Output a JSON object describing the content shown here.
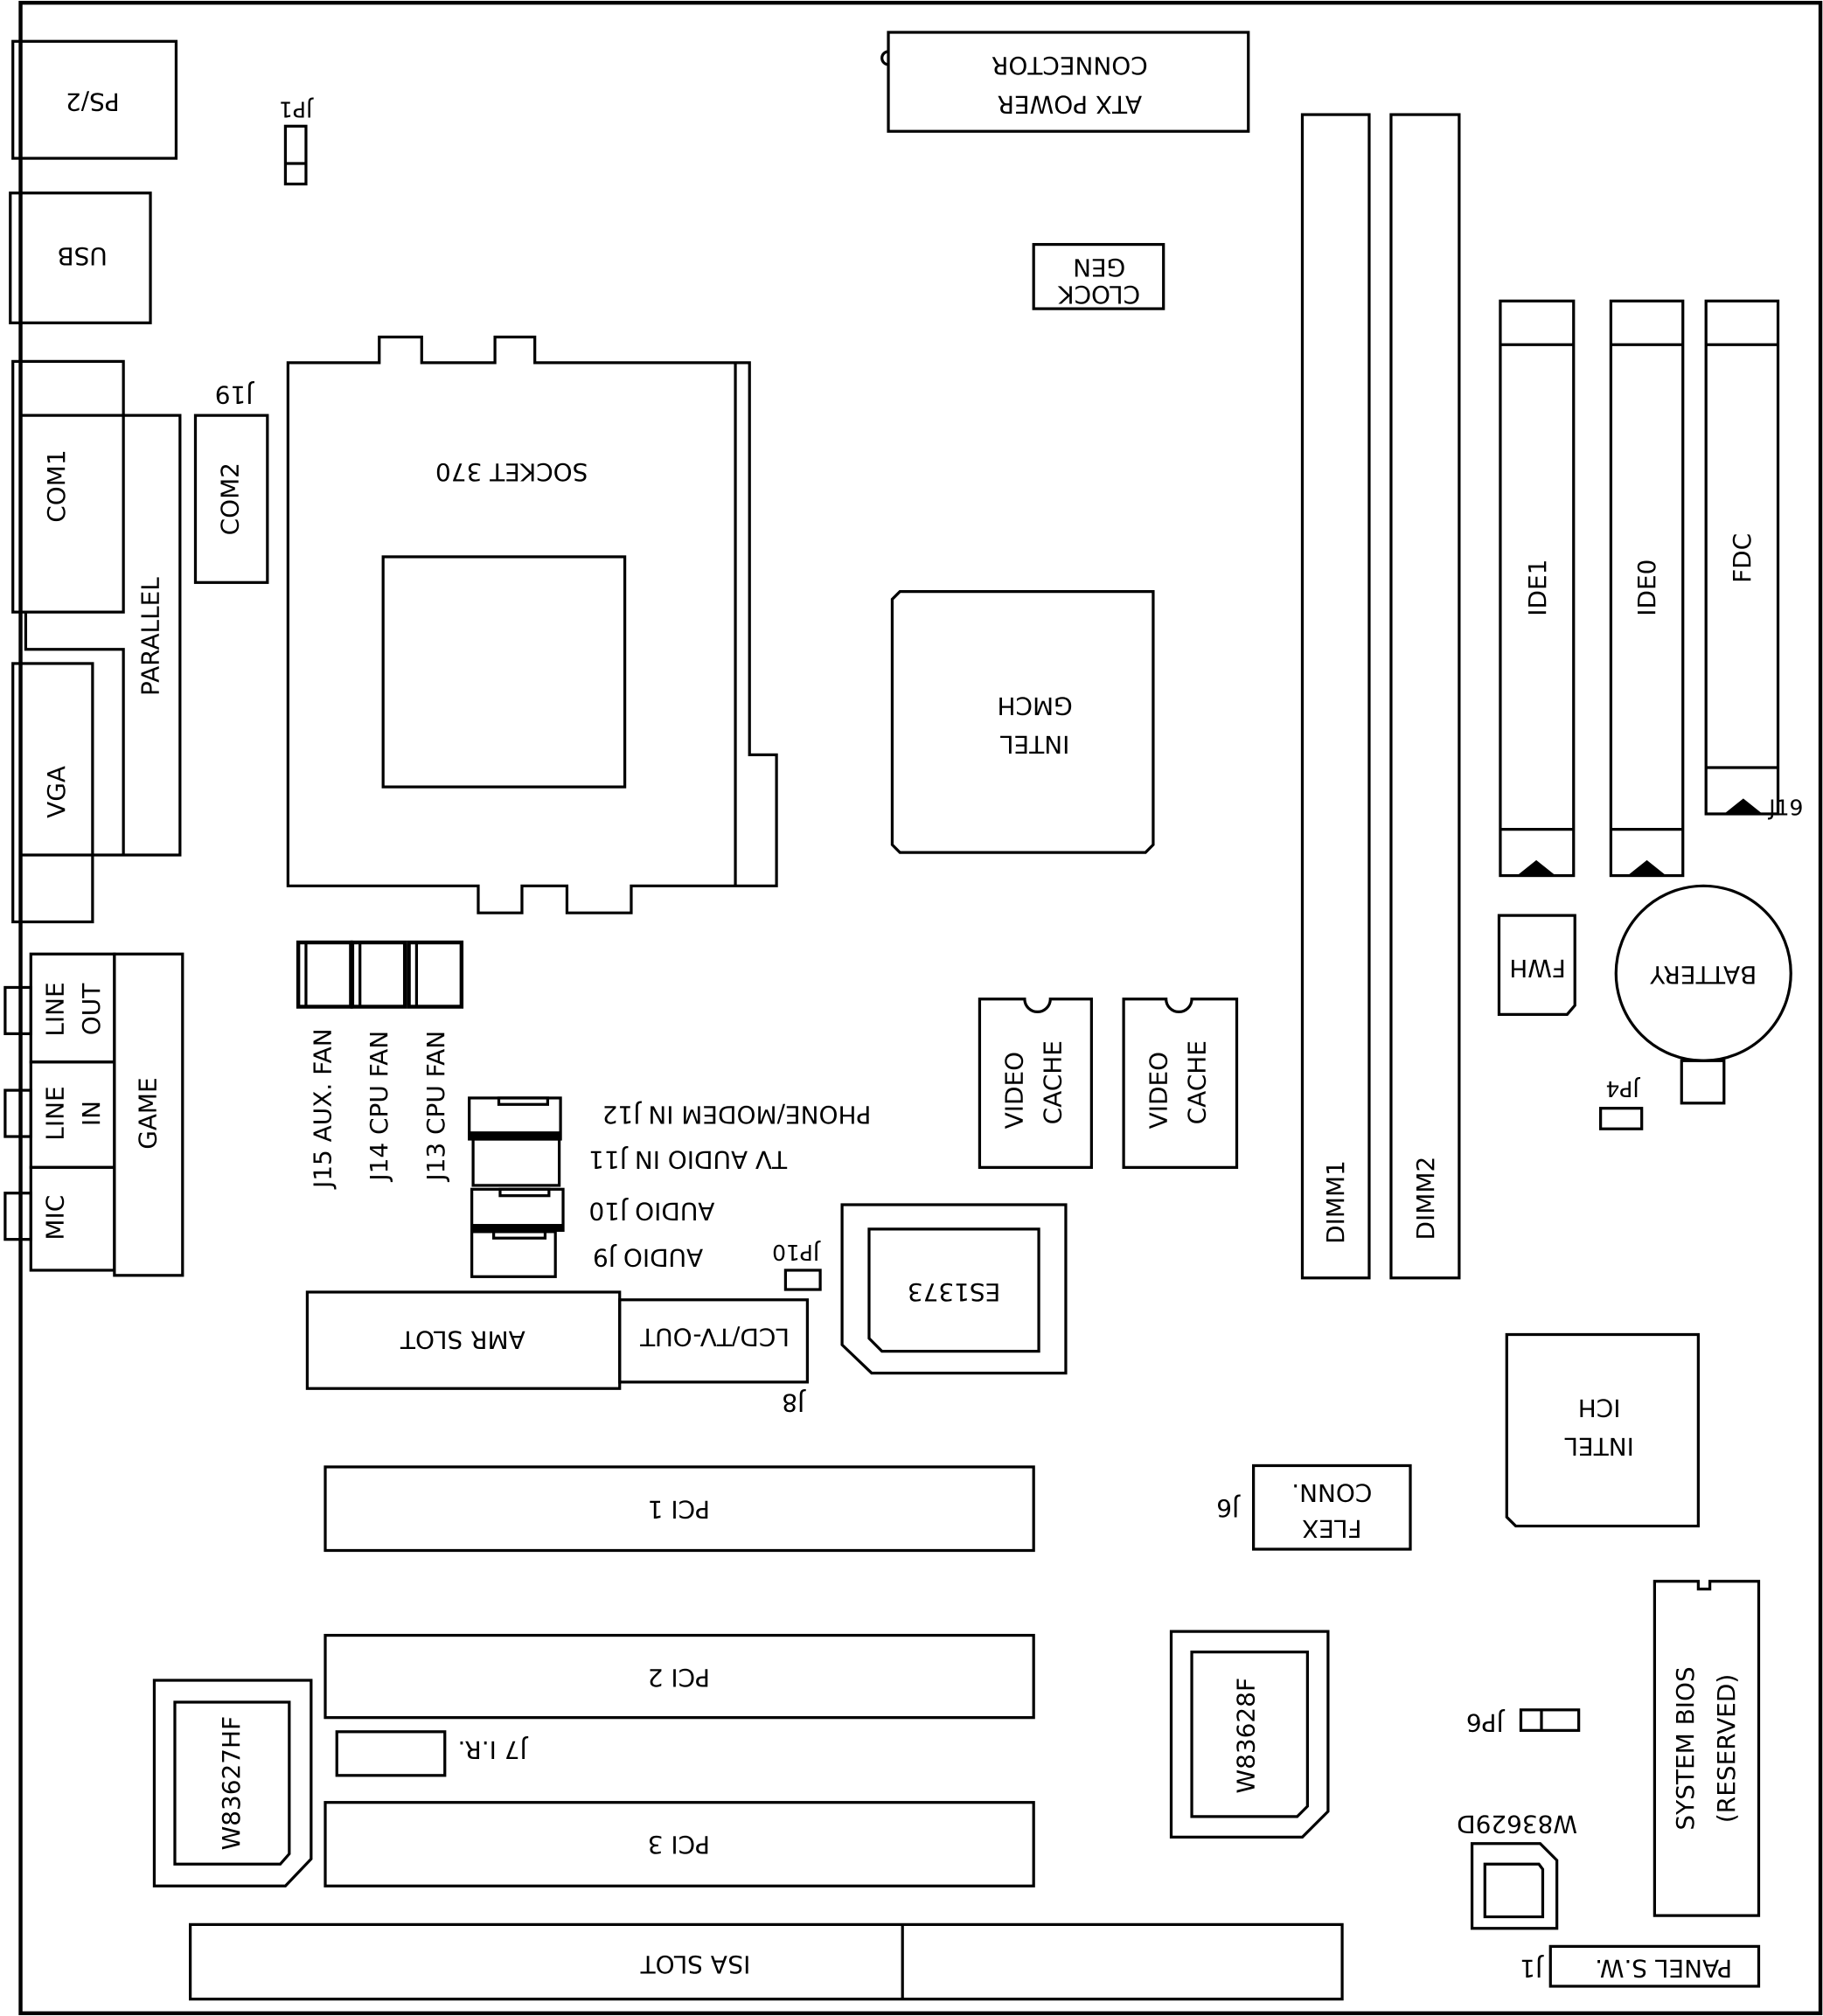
{
  "diagram": {
    "type": "motherboard-layout",
    "background_color": "#ffffff",
    "line_color": "#000000"
  },
  "components": {
    "ps2": "PS/2",
    "usb": "USB",
    "jp1": "JP1",
    "com1": "COM1",
    "parallel": "PARALLEL",
    "vga": "VGA",
    "com2": "COM2",
    "j19_com2": "J19",
    "socket": "SOCKET 370",
    "atx_power_line1": "CONNECTOR",
    "atx_power_line2": "ATX POWER",
    "clock_gen_line1": "CLOCK",
    "clock_gen_line2": "GEN",
    "gmch_line1": "GMCH",
    "gmch_line2": "INTEL",
    "dimm1": "DIMM1",
    "dimm2": "DIMM2",
    "ide1": "IDE1",
    "ide0": "IDE0",
    "fdc": "FDC",
    "j19_fdc": "J19",
    "fwh": "FWH",
    "battery": "BATTERY",
    "jp4": "JP4",
    "line_out_1": "LINE",
    "line_out_2": "OUT",
    "line_in_1": "LINE",
    "line_in_2": "IN",
    "mic": "MIC",
    "game": "GAME",
    "j15": "J15 AUX. FAN",
    "j14": "J14 CPU FAN",
    "j13": "J13 CPU FAN",
    "j12": "PHONE/MODEM IN J12",
    "j11": "TV AUDIO IN J11",
    "j10": "AUDIO J10",
    "j9": "AUDIO J9",
    "jp10": "JP10",
    "video_cache_1_line1": "VIDEO",
    "video_cache_1_line2": "CACHE",
    "video_cache_2_line1": "VIDEO",
    "video_cache_2_line2": "CACHE",
    "es1373": "ES1373",
    "amr_slot": "AMR SLOT",
    "lcd_tv_out": "LCD/TV-OUT",
    "j8": "J8",
    "ich_line1": "ICH",
    "ich_line2": "INTEL",
    "flex_line1": "CONN.",
    "flex_line2": "FLEX",
    "j6": "J6",
    "pci1": "PCI 1",
    "pci2": "PCI 2",
    "pci3": "PCI 3",
    "j7": "J7 I.R.",
    "w83627hf": "W83627HF",
    "w83628f": "W83628F",
    "jp6": "JP6",
    "w83629d": "W83629D",
    "bios_line1": "SYSTEM BIOS",
    "bios_line2": "(RESERVED)",
    "isa_slot": "ISA SLOT",
    "panel_sw": "PANEL S.W.",
    "j1": "J1"
  }
}
